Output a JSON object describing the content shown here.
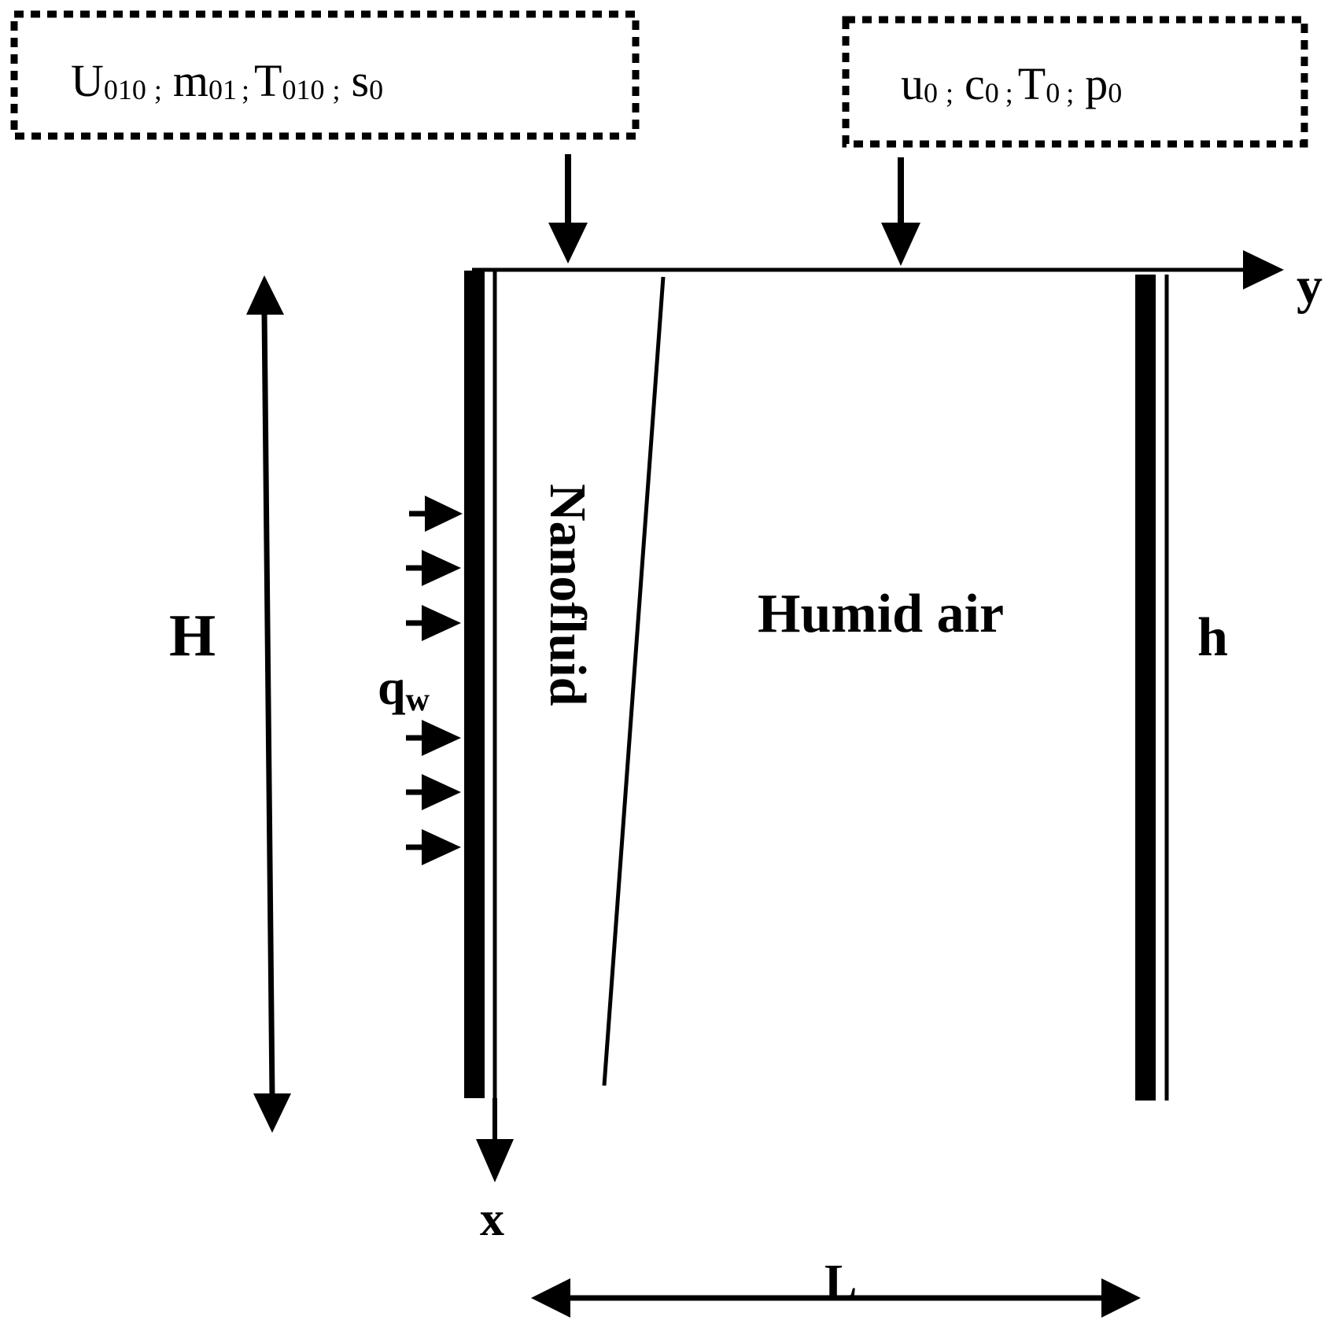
{
  "inlet_left": {
    "parts": [
      {
        "main": "U",
        "sub": "010",
        "sep": ";"
      },
      {
        "main": "m",
        "sub": "01",
        "sep": ";"
      },
      {
        "main": "T",
        "sub": "010",
        "sep": ";"
      },
      {
        "main": "s",
        "sub": "0",
        "sep": ""
      }
    ]
  },
  "inlet_right": {
    "parts": [
      {
        "main": "u",
        "sub": "0",
        "sep": ";"
      },
      {
        "main": "c",
        "sub": "0",
        "sep": ";"
      },
      {
        "main": "T",
        "sub": "0",
        "sep": ";"
      },
      {
        "main": "p",
        "sub": "0",
        "sep": ""
      }
    ]
  },
  "axes": {
    "x_label": "x",
    "y_label": "y"
  },
  "dimensions": {
    "height_label": "H",
    "width_label": "L"
  },
  "regions": {
    "film_label": "Nanofluid",
    "gas_label": "Humid air"
  },
  "heat_flux": {
    "main": "q",
    "sub": "w"
  },
  "right_plate_label": "h",
  "colors": {
    "ink": "#000000",
    "background": "#ffffff"
  }
}
